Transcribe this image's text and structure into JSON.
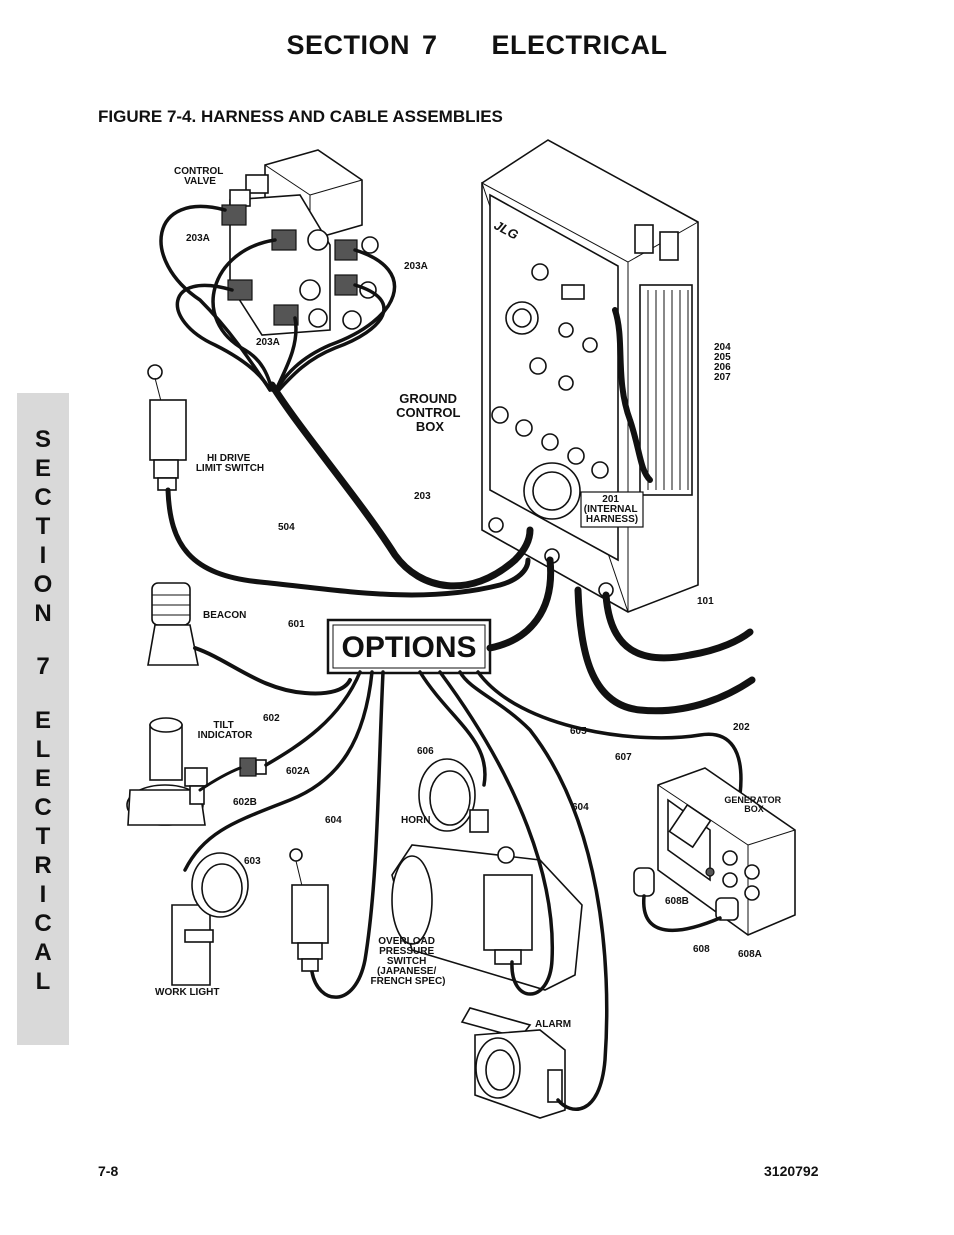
{
  "header": {
    "section": "SECTION 7",
    "subject": "ELECTRICAL",
    "figure_title": "FIGURE 7-4. HARNESS AND CABLE ASSEMBLIES"
  },
  "side_tab": [
    "S",
    "E",
    "C",
    "T",
    "I",
    "O",
    "N",
    "7",
    "E",
    "L",
    "E",
    "C",
    "T",
    "R",
    "I",
    "C",
    "A",
    "L"
  ],
  "diagram": {
    "control_valve": [
      "CONTROL",
      "VALVE"
    ],
    "c203a_top": "203A",
    "c203a_right": "203A",
    "c203a_bottom": "203A",
    "ground_control_box": [
      "GROUND",
      "CONTROL",
      "BOX"
    ],
    "c204": "204",
    "c205": "205",
    "c206": "206",
    "c207": "207",
    "internal_harness": [
      "201",
      "(INTERNAL",
      "HARNESS)"
    ],
    "hi_drive_limit_switch": [
      "HI DRIVE",
      "LIMIT SWITCH"
    ],
    "c203": "203",
    "c504": "504",
    "beacon": "BEACON",
    "c601": "601",
    "options": "OPTIONS",
    "c101": "101",
    "c202": "202",
    "tilt_indicator": [
      "TILT",
      "INDICATOR"
    ],
    "c602": "602",
    "c602a": "602A",
    "c602b": "602B",
    "c606": "606",
    "c605": "605",
    "c607": "607",
    "generator_box": [
      "GENERATOR",
      "BOX"
    ],
    "c603": "603",
    "c604_left": "604",
    "horn": "HORN",
    "c604_right": "604",
    "c608b": "608B",
    "c608": "608",
    "c608a": "608A",
    "overload_pressure_switch": [
      "OVERLOAD",
      "PRESSURE",
      "SWITCH",
      "(JAPANESE/",
      "FRENCH SPEC)"
    ],
    "work_light": "WORK LIGHT",
    "alarm": "ALARM",
    "logo_text": "JLG"
  },
  "footer": {
    "page": "7-8",
    "doc_number": "3120792"
  }
}
